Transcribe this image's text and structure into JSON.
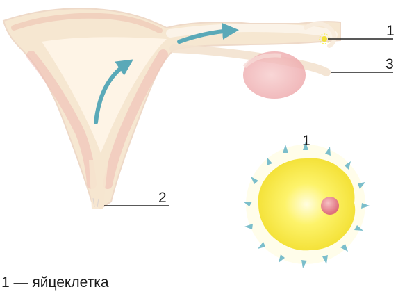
{
  "labels": {
    "egg_top": "1",
    "ovary": "3",
    "vagina": "2",
    "egg_enlarged": "1"
  },
  "caption": "1 — яйцеклетка",
  "colors": {
    "organ_fill": "#f6e6cf",
    "organ_stroke": "#eed7c6",
    "wall_pink": "#efb9b2",
    "ovary_pink": "#f3b8b5",
    "arrow": "#5aa9b8",
    "egg_yellow": "#f8ee3e",
    "egg_glow": "#fffac8",
    "nucleus": "#e8858f",
    "cilia": "#7bbecb",
    "leader_line": "#222222"
  }
}
